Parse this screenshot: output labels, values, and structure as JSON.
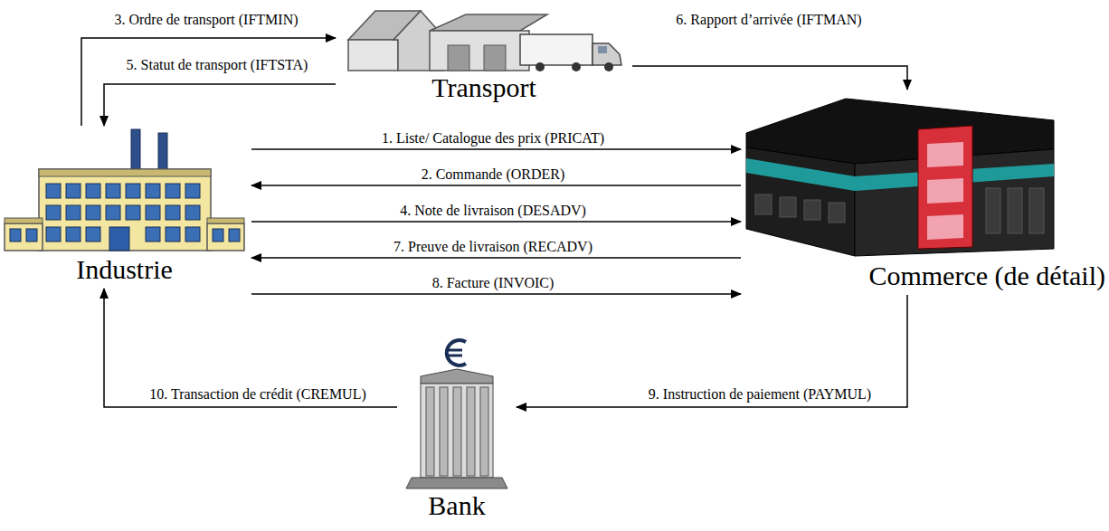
{
  "diagram": {
    "nodes": [
      {
        "text": [
          "Transport"
        ]
      },
      {
        "text": [
          "Industrie"
        ]
      },
      {
        "text": [
          "Commerce (de détail)"
        ]
      },
      {
        "text": [
          "Bank"
        ]
      }
    ],
    "edges": [
      {
        "from": 1,
        "to": 2,
        "arrow": "to",
        "label": "1. Liste/ Catalogue des prix (PRICAT)"
      },
      {
        "from": 2,
        "to": 1,
        "arrow": "to",
        "label": "2. Commande (ORDER)"
      },
      {
        "from": 1,
        "to": 0,
        "arrow": "to",
        "label": "3. Ordre de transport (IFTMIN)"
      },
      {
        "from": 1,
        "to": 2,
        "arrow": "to",
        "label": "4. Note de livraison (DESADV)"
      },
      {
        "from": 0,
        "to": 1,
        "arrow": "to",
        "label": "5. Statut de transport (IFTSTA)"
      },
      {
        "from": 0,
        "to": 2,
        "arrow": "to",
        "label": "6. Rapport d’arrivée (IFTMAN)"
      },
      {
        "from": 2,
        "to": 1,
        "arrow": "to",
        "label": "7. Preuve de livraison (RECADV)"
      },
      {
        "from": 1,
        "to": 2,
        "arrow": "to",
        "label": "8. Facture (INVOIC)"
      },
      {
        "from": 2,
        "to": 3,
        "arrow": "to",
        "label": "9. Instruction de paiement (PAYMUL)"
      },
      {
        "from": 3,
        "to": 1,
        "arrow": "to",
        "label": "10. Transaction de crédit (CREMUL)"
      }
    ]
  }
}
